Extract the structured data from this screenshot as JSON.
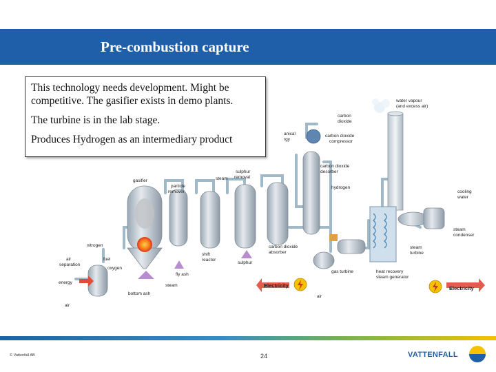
{
  "title": "Pre-combustion capture",
  "note": {
    "line1": "This technology needs development. Might be competitive. The gasifier exists in demo plants.",
    "line2": "The turbine is in the lab stage.",
    "line3": "Produces Hydrogen as an intermediary product"
  },
  "labels": {
    "water_vapour_1": "water vapour",
    "water_vapour_2": "(and excess air)",
    "carbon_dioxide_1": "carbon",
    "carbon_dioxide_2": "dioxide",
    "mechanical_energy_1": "anical",
    "mechanical_energy_2": "rgy",
    "co2_compressor_1": "carbon dioxide",
    "co2_compressor_2": "compressor",
    "co2_desorber_1": "carbon dioxide",
    "co2_desorber_2": "desorber",
    "hydrogen": "hydrogen",
    "sulphur_removal_1": "sulphur",
    "sulphur_removal_2": "removal",
    "steam": "steam",
    "gasifier": "gasifier",
    "particle_remover_1": "particle",
    "particle_remover_2": "remover",
    "cooling_water_1": "cooling",
    "cooling_water_2": "water",
    "steam_condenser_1": "steam",
    "steam_condenser_2": "condenser",
    "nitrogen": "nitrogen",
    "fuel": "fuel",
    "air_separation_1": "air",
    "air_separation_2": "separation",
    "oxygen": "oxygen",
    "shift_reactor_1": "shift",
    "shift_reactor_2": "reactor",
    "co2_absorber_1": "carbon dioxide",
    "co2_absorber_2": "absorber",
    "sulphur": "sulphur",
    "steam_turbine_1": "steam",
    "steam_turbine_2": "turbine",
    "fly_ash": "fly ash",
    "gas_turbine": "gas turbine",
    "hrsg_1": "heat recovery",
    "hrsg_2": "steam generator",
    "energy": "energy",
    "steam_bottom": "steam",
    "bottom_ash": "bottom ash",
    "electricity_left": "Electricity",
    "electricity_right": "Electricity",
    "air_bottom": "air",
    "air_left": "air"
  },
  "footer": {
    "copyright": "© Vattenfall AB",
    "page_number": "24",
    "brand": "VATTENFALL"
  },
  "colors": {
    "title_bar": "#1f5faa",
    "vessel": "#c9d1d9",
    "pipe": "#9fb9c9",
    "arrow_red": "#e04b3c",
    "bolt": "#f6c200"
  }
}
